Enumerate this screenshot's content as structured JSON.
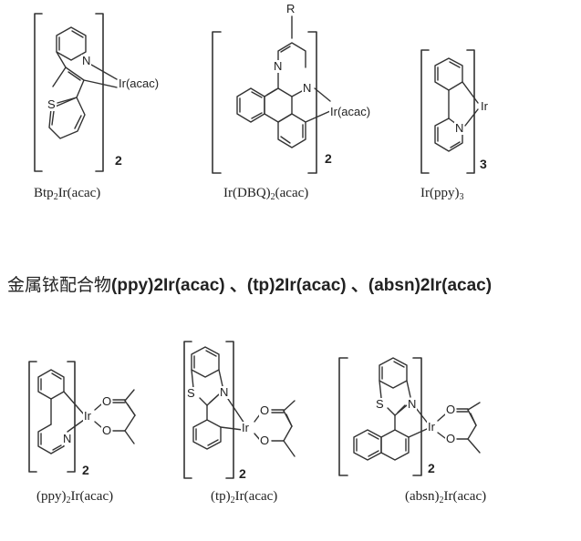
{
  "top_row": {
    "compounds": [
      {
        "name_prefix": "Btp",
        "name_sub": "2",
        "name_suffix": "Ir(acac)",
        "metal_label": "Ir(acac)",
        "multiplicity": "2",
        "heteroatoms": [
          "N",
          "S"
        ]
      },
      {
        "name_prefix": "Ir(DBQ)",
        "name_sub": "2",
        "name_suffix": "(acac)",
        "metal_label": "Ir(acac)",
        "multiplicity": "2",
        "substituent": "R",
        "heteroatoms": [
          "N",
          "N"
        ]
      },
      {
        "name_prefix": "Ir(ppy)",
        "name_sub": "3",
        "name_suffix": "",
        "metal_label": "Ir",
        "multiplicity": "3",
        "heteroatoms": [
          "N"
        ]
      }
    ]
  },
  "caption": {
    "chinese": "金属铱配合物",
    "english": "(ppy)2Ir(acac) 、(tp)2Ir(acac) 、(absn)2Ir(acac)"
  },
  "bottom_row": {
    "compounds": [
      {
        "name_prefix": "(ppy)",
        "name_sub": "2",
        "name_suffix": "Ir(acac)",
        "metal_label": "Ir",
        "multiplicity": "2",
        "heteroatoms": [
          "N",
          "O",
          "O"
        ]
      },
      {
        "name_prefix": "(tp)",
        "name_sub": "2",
        "name_suffix": "Ir(acac)",
        "metal_label": "Ir",
        "multiplicity": "2",
        "heteroatoms": [
          "S",
          "N",
          "O",
          "O"
        ]
      },
      {
        "name_prefix": "(absn)",
        "name_sub": "2",
        "name_suffix": "Ir(acac)",
        "metal_label": "Ir",
        "multiplicity": "2",
        "heteroatoms": [
          "S",
          "N",
          "O",
          "O"
        ]
      }
    ]
  }
}
